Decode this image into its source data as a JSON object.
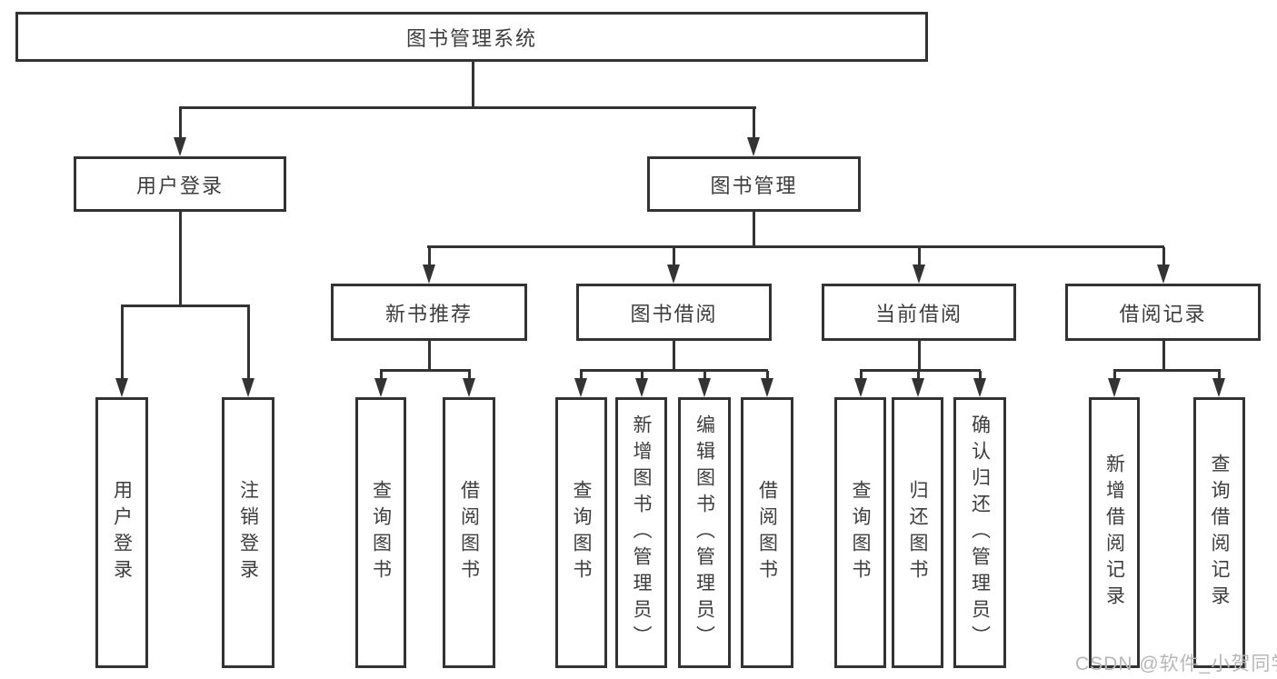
{
  "root": {
    "label": "图书管理系统"
  },
  "level2": [
    {
      "label": "用户登录"
    },
    {
      "label": "图书管理"
    }
  ],
  "level3": [
    {
      "label": "新书推荐",
      "parent": "图书管理"
    },
    {
      "label": "图书借阅",
      "parent": "图书管理"
    },
    {
      "label": "当前借阅",
      "parent": "图书管理"
    },
    {
      "label": "借阅记录",
      "parent": "图书管理"
    }
  ],
  "leaves": [
    {
      "label": "用户登录",
      "parent": "用户登录"
    },
    {
      "label": "注销登录",
      "parent": "用户登录"
    },
    {
      "label": "查询图书",
      "parent": "新书推荐"
    },
    {
      "label": "借阅图书",
      "parent": "新书推荐"
    },
    {
      "label": "查询图书",
      "parent": "图书借阅"
    },
    {
      "label": "新增图书（管理员）",
      "parent": "图书借阅"
    },
    {
      "label": "编辑图书（管理员）",
      "parent": "图书借阅"
    },
    {
      "label": "借阅图书",
      "parent": "图书借阅"
    },
    {
      "label": "查询图书",
      "parent": "当前借阅"
    },
    {
      "label": "归还图书",
      "parent": "当前借阅"
    },
    {
      "label": "确认归还（管理员）",
      "parent": "当前借阅"
    },
    {
      "label": "新增借阅记录",
      "parent": "借阅记录"
    },
    {
      "label": "查询借阅记录",
      "parent": "借阅记录"
    }
  ],
  "watermark": "CSDN @软件_小贺同学",
  "colors": {
    "line": "#333333",
    "text": "#3d3d3d",
    "watermark_text": "#b7b7b7",
    "background": "#ffffff"
  }
}
